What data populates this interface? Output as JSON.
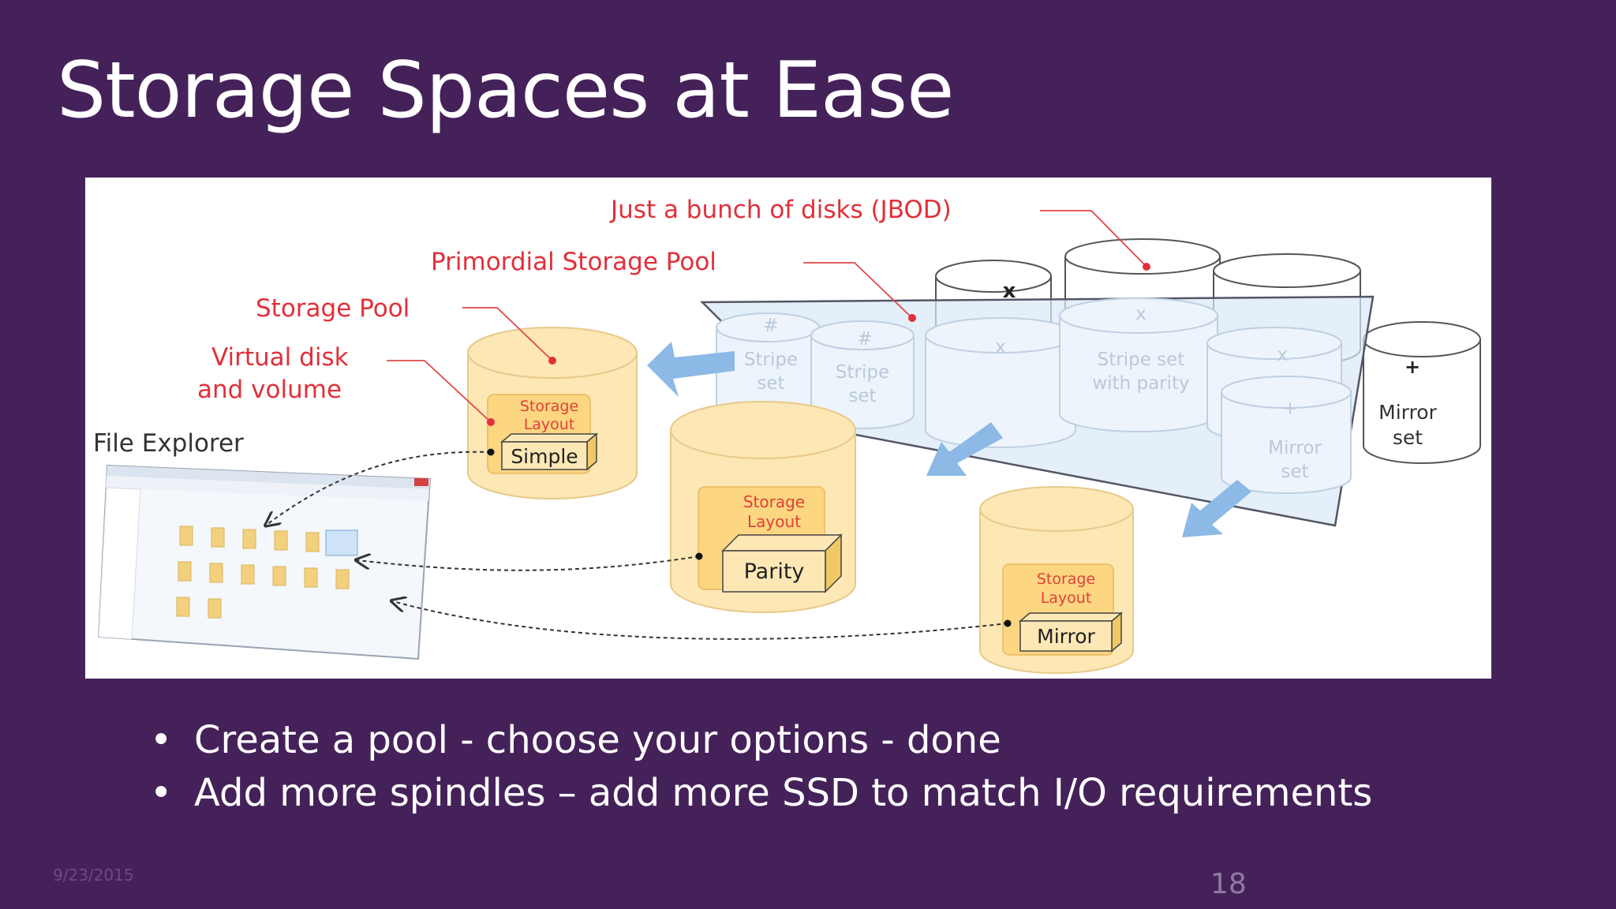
{
  "slide": {
    "title": "Storage Spaces at Ease",
    "date": "9/23/2015",
    "page_number": "18"
  },
  "diagram": {
    "labels": {
      "jbod": "Just a bunch of disks (JBOD)",
      "primordial_pool": "Primordial Storage Pool",
      "storage_pool": "Storage Pool",
      "virtual_disk_line1": "Virtual disk",
      "virtual_disk_line2": "and volume",
      "file_explorer": "File Explorer"
    },
    "storage_layout_line1": "Storage",
    "storage_layout_line2": "Layout",
    "layouts": {
      "simple": "Simple",
      "parity": "Parity",
      "mirror": "Mirror"
    },
    "disks": {
      "stripe_set_line1": "Stripe",
      "stripe_set_line2": "set",
      "stripe_parity_line1": "Stripe set",
      "stripe_parity_line2": "with parity",
      "mirror_set_line1": "Mirror",
      "mirror_set_line2": "set",
      "hash_mark": "#",
      "x_mark": "x",
      "plus_mark": "+"
    },
    "colors": {
      "callout_text": "#e0303a",
      "pool_fill": "#fde7b5",
      "layout_fill": "#fcd681"
    }
  },
  "bullets": [
    "Create a pool  - choose your options  - done",
    "Add more spindles – add more SSD to match I/O requirements"
  ],
  "bullet_symbol": "•"
}
